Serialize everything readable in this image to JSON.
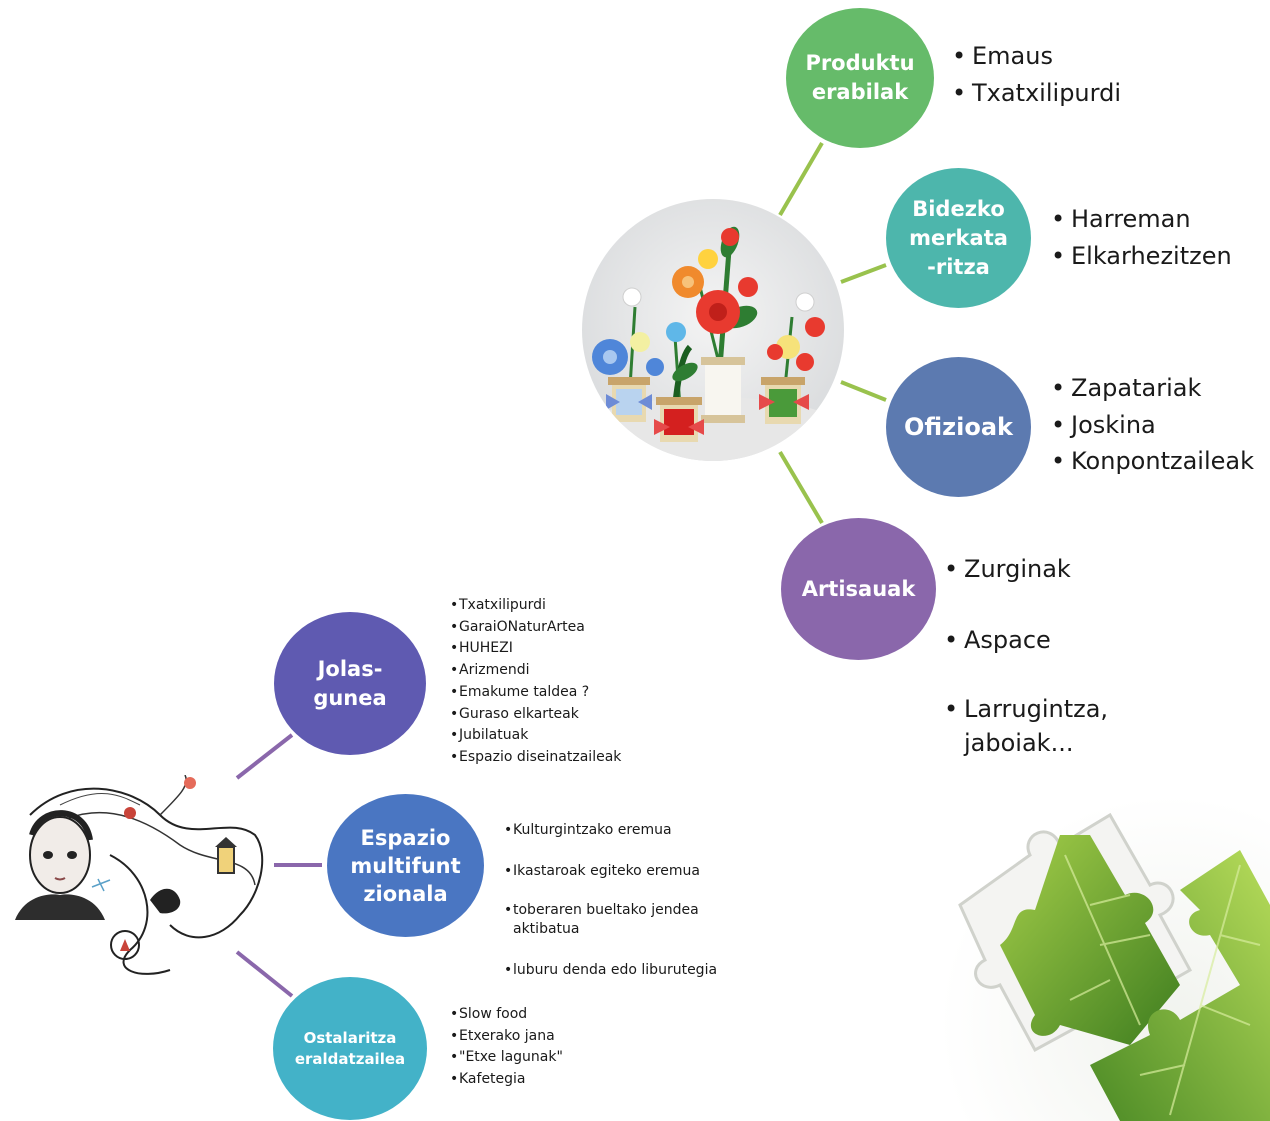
{
  "colors": {
    "green": "#66bb6a",
    "teal": "#4db6ac",
    "slate": "#5c7ab0",
    "purple": "#8a67ab",
    "indigo": "#5f5ab1",
    "blue": "#4a76c2",
    "cyan": "#43b2c8",
    "connector_green": "#99c24d",
    "connector_purple": "#8a67ab"
  },
  "top_diagram": {
    "center_image": "flower-buttons-photo",
    "nodes": [
      {
        "label": "Produktu\nerabilak",
        "items": [
          "Emaus",
          "Txatxilipurdi"
        ]
      },
      {
        "label": "Bidezko\nmerkata\n-ritza",
        "items": [
          "Harreman",
          "Elkarhezitzen"
        ]
      },
      {
        "label": "Ofizioak",
        "items": [
          "Zapatariak",
          "Joskina",
          "Konpontzaileak"
        ]
      },
      {
        "label": "Artisauak",
        "items": [
          "Zurginak",
          "Aspace",
          "Larrugintza,\njaboiak..."
        ]
      }
    ]
  },
  "bottom_diagram": {
    "center_image": "woman-illustration",
    "nodes": [
      {
        "label": "Jolas-\ngunea",
        "items": [
          "Txatxilipurdi",
          "GaraiONaturArtea",
          "HUHEZI",
          "Arizmendi",
          "Emakume taldea ?",
          "Guraso elkarteak",
          "Jubilatuak",
          "Espazio diseinatzaileak"
        ]
      },
      {
        "label": "Espazio\nmultifunt\nzionala",
        "items": [
          "Kulturgintzako eremua",
          "Ikastaroak egiteko eremua",
          "toberaren bueltako jendea\naktibatua",
          "luburu denda edo liburutegia"
        ]
      },
      {
        "label": "Ostalaritza\neraldatzailea",
        "items": [
          "Slow food",
          "Etxerako jana",
          "\"Etxe lagunak\"",
          "Kafetegia"
        ]
      }
    ]
  },
  "corner_image": "puzzle-leaf-image"
}
